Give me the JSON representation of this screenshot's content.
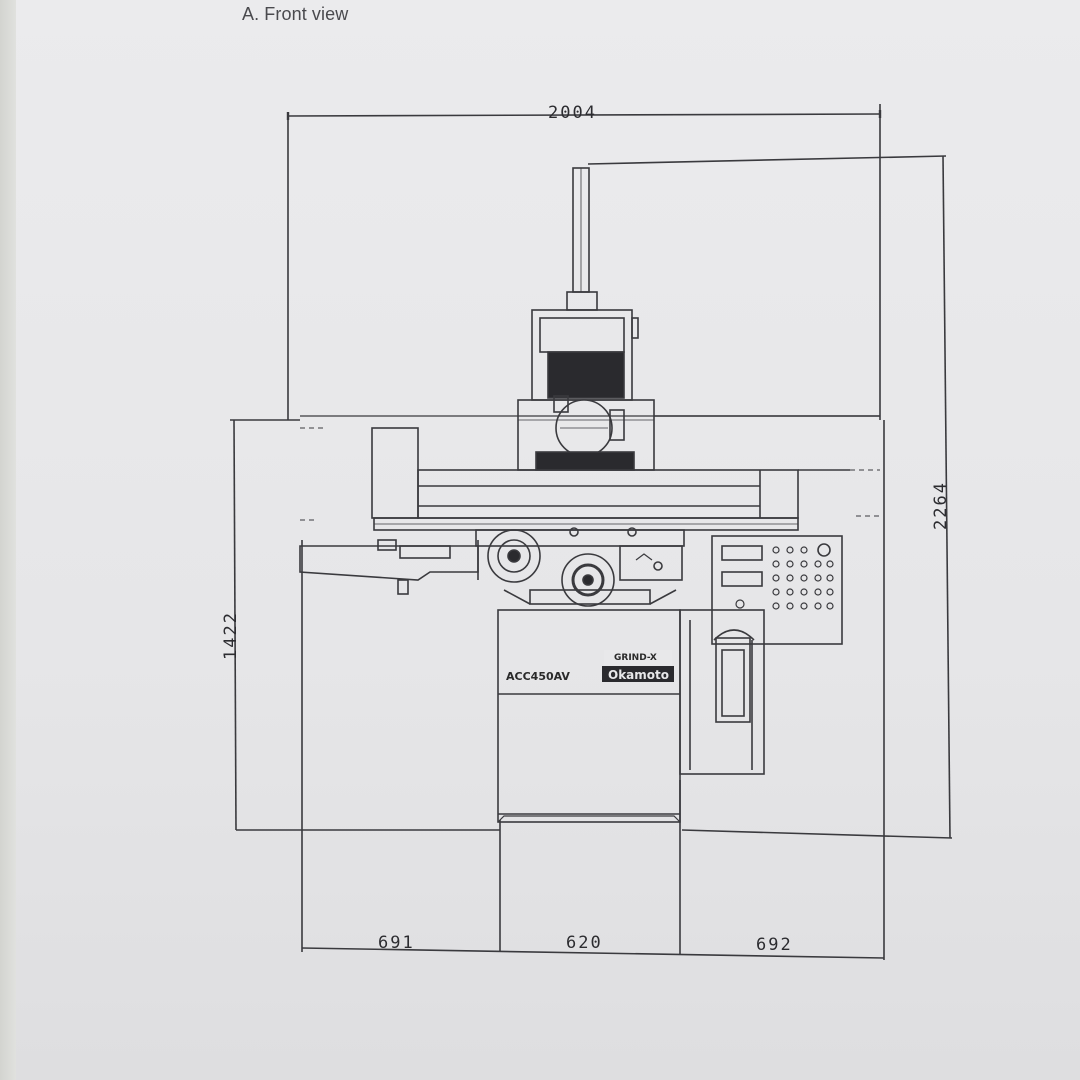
{
  "page": {
    "caption": "A. Front view",
    "figure_caption": ""
  },
  "dimensions": {
    "overall_width": "2004",
    "overall_height": "2264",
    "table_height": "1422",
    "left_span": "691",
    "center_span": "620",
    "right_span": "692"
  },
  "machine": {
    "model_label": "ACC450AV",
    "brand_top": "GRIND-X",
    "brand_bottom": "Okamoto"
  },
  "colors": {
    "line": "#3a3a3e",
    "dark_fill": "#2a2a2e",
    "paper": "#e8e8ea"
  }
}
